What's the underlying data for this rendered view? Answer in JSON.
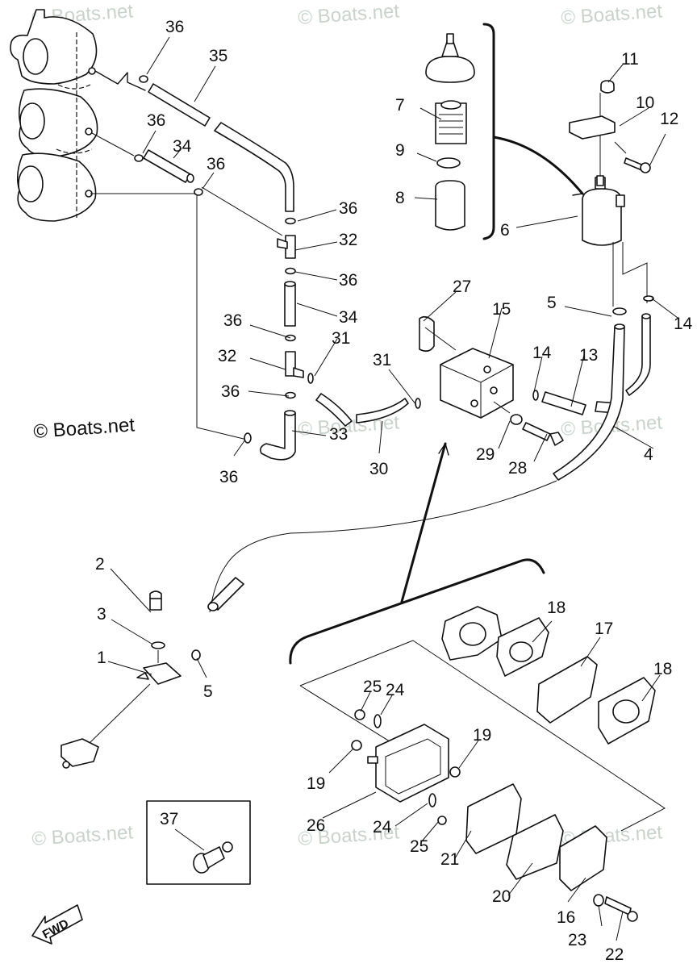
{
  "diagram": {
    "subject": "Outboard fuel system exploded parts diagram",
    "callouts": [
      {
        "id": "c1",
        "label": "1"
      },
      {
        "id": "c2",
        "label": "2"
      },
      {
        "id": "c3",
        "label": "3"
      },
      {
        "id": "c4",
        "label": "4"
      },
      {
        "id": "c5a",
        "label": "5"
      },
      {
        "id": "c5b",
        "label": "5"
      },
      {
        "id": "c6",
        "label": "6"
      },
      {
        "id": "c7",
        "label": "7"
      },
      {
        "id": "c8",
        "label": "8"
      },
      {
        "id": "c9",
        "label": "9"
      },
      {
        "id": "c10",
        "label": "10"
      },
      {
        "id": "c11",
        "label": "11"
      },
      {
        "id": "c12",
        "label": "12"
      },
      {
        "id": "c13",
        "label": "13"
      },
      {
        "id": "c14a",
        "label": "14"
      },
      {
        "id": "c14b",
        "label": "14"
      },
      {
        "id": "c15",
        "label": "15"
      },
      {
        "id": "c16",
        "label": "16"
      },
      {
        "id": "c17",
        "label": "17"
      },
      {
        "id": "c18a",
        "label": "18"
      },
      {
        "id": "c18b",
        "label": "18"
      },
      {
        "id": "c19a",
        "label": "19"
      },
      {
        "id": "c19b",
        "label": "19"
      },
      {
        "id": "c20",
        "label": "20"
      },
      {
        "id": "c21",
        "label": "21"
      },
      {
        "id": "c22",
        "label": "22"
      },
      {
        "id": "c23",
        "label": "23"
      },
      {
        "id": "c24a",
        "label": "24"
      },
      {
        "id": "c24b",
        "label": "24"
      },
      {
        "id": "c25a",
        "label": "25"
      },
      {
        "id": "c25b",
        "label": "25"
      },
      {
        "id": "c26",
        "label": "26"
      },
      {
        "id": "c27",
        "label": "27"
      },
      {
        "id": "c28",
        "label": "28"
      },
      {
        "id": "c29",
        "label": "29"
      },
      {
        "id": "c30",
        "label": "30"
      },
      {
        "id": "c31a",
        "label": "31"
      },
      {
        "id": "c31b",
        "label": "31"
      },
      {
        "id": "c32a",
        "label": "32"
      },
      {
        "id": "c32b",
        "label": "32"
      },
      {
        "id": "c33",
        "label": "33"
      },
      {
        "id": "c34a",
        "label": "34"
      },
      {
        "id": "c34b",
        "label": "34"
      },
      {
        "id": "c35",
        "label": "35"
      },
      {
        "id": "c36a",
        "label": "36"
      },
      {
        "id": "c36b",
        "label": "36"
      },
      {
        "id": "c36c",
        "label": "36"
      },
      {
        "id": "c36d",
        "label": "36"
      },
      {
        "id": "c36e",
        "label": "36"
      },
      {
        "id": "c36f",
        "label": "36"
      },
      {
        "id": "c36g",
        "label": "36"
      },
      {
        "id": "c36h",
        "label": "36"
      },
      {
        "id": "c37",
        "label": "37"
      }
    ],
    "direction_badge": "FWD",
    "watermark": "© Boats.net"
  }
}
